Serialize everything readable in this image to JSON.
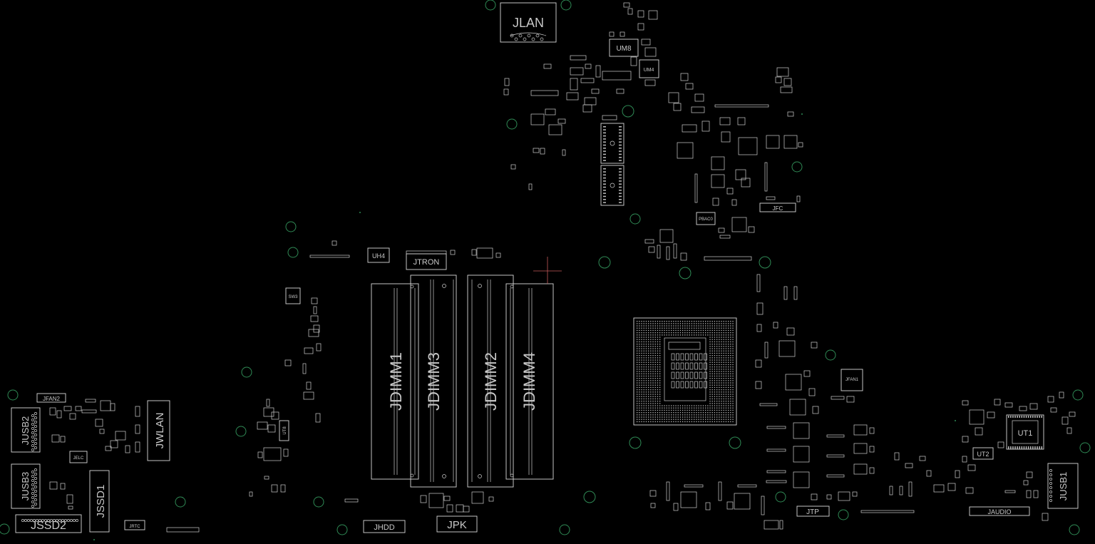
{
  "board": {
    "background": "#000000",
    "silkscreen_color": "#d8d8d8",
    "mount_hole_color": "#2f8a55"
  },
  "labels": {
    "jlan": "JLAN",
    "um8": "UM8",
    "um4": "UM4",
    "jfc": "JFC",
    "pbac": "PBAC0",
    "uh4": "UH4",
    "jtron": "JTRON",
    "sw3": "SW3",
    "jdimm1": "JDIMM1",
    "jdimm3": "JDIMM3",
    "jdimm2": "JDIMM2",
    "jdimm4": "JDIMM4",
    "jfan2": "JFAN2",
    "jusb2": "JUSB2",
    "jusb3": "JUSB3",
    "jwlan": "JWLAN",
    "jssd1": "JSSD1",
    "jssd2": "JSSD2",
    "jrtc": "JRTC",
    "jhdd": "JHDD",
    "jpk": "JPK",
    "jtp": "JTP",
    "jfan1": "JFAN1",
    "ut1": "UT1",
    "ut2": "UT2",
    "jaudio": "JAUDIO",
    "jusb1": "JUSB1",
    "jelc": "JELC",
    "utb": "UT8"
  }
}
